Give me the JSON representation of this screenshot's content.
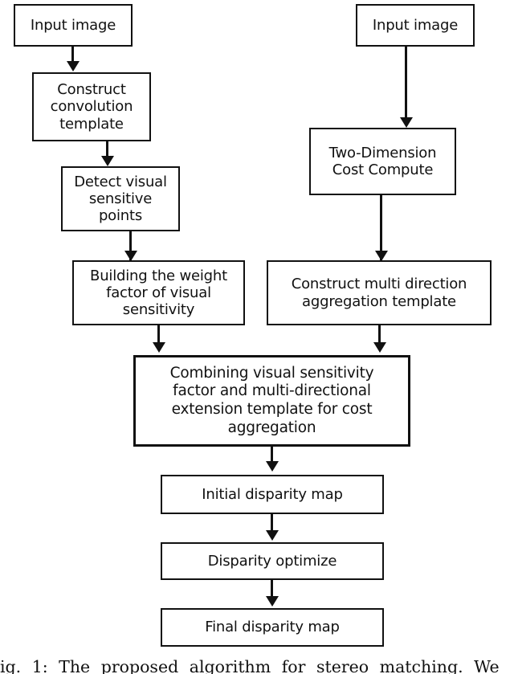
{
  "figure": {
    "type": "flowchart",
    "title": "The proposed algorithm for stereo matching",
    "caption": "ig. 1: The proposed algorithm for stereo matching. We",
    "colors": {
      "stroke": "#111111",
      "fill": "#ffffff",
      "background": "#ffffff"
    },
    "nodes": [
      {
        "id": "input-left",
        "label": "Input image"
      },
      {
        "id": "construct-conv",
        "label": "Construct\nconvolution\ntemplate"
      },
      {
        "id": "detect-points",
        "label": "Detect visual\nsensitive\npoints"
      },
      {
        "id": "weight-factor",
        "label": "Building the weight\nfactor of visual\nsensitivity"
      },
      {
        "id": "input-right",
        "label": "Input image"
      },
      {
        "id": "cost-compute",
        "label": "Two-Dimension\nCost Compute"
      },
      {
        "id": "multi-direction",
        "label": "Construct multi direction\naggregation template"
      },
      {
        "id": "combining",
        "label": "Combining visual sensitivity\nfactor and multi-directional\nextension template for cost\naggregation"
      },
      {
        "id": "initial-disparity",
        "label": "Initial disparity map"
      },
      {
        "id": "disparity-optimize",
        "label": "Disparity optimize"
      },
      {
        "id": "final-disparity",
        "label": "Final disparity map"
      }
    ],
    "edges": [
      {
        "from": "input-left",
        "to": "construct-conv"
      },
      {
        "from": "construct-conv",
        "to": "detect-points"
      },
      {
        "from": "detect-points",
        "to": "weight-factor"
      },
      {
        "from": "weight-factor",
        "to": "combining"
      },
      {
        "from": "input-right",
        "to": "cost-compute"
      },
      {
        "from": "cost-compute",
        "to": "multi-direction"
      },
      {
        "from": "multi-direction",
        "to": "combining"
      },
      {
        "from": "combining",
        "to": "initial-disparity"
      },
      {
        "from": "initial-disparity",
        "to": "disparity-optimize"
      },
      {
        "from": "disparity-optimize",
        "to": "final-disparity"
      }
    ]
  }
}
